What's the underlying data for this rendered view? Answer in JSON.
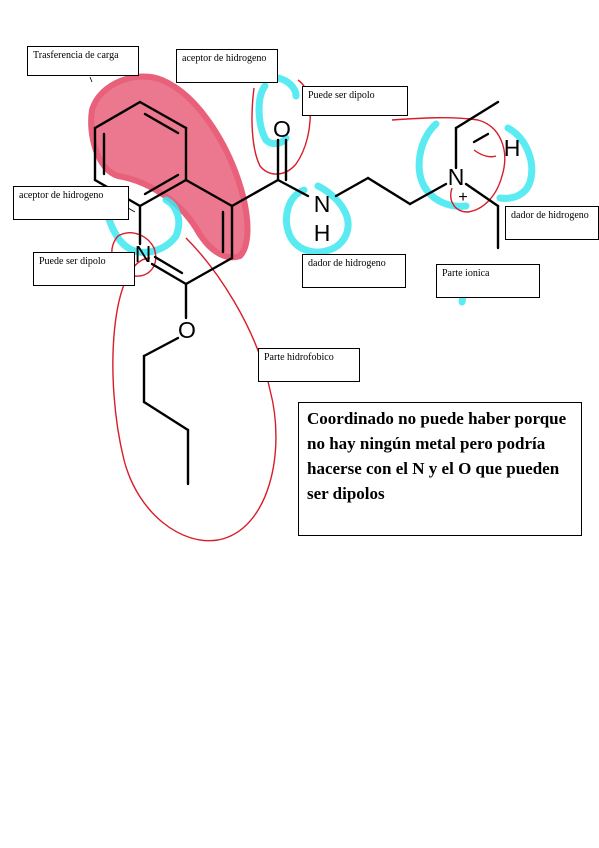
{
  "atoms": {
    "o_carbonyl": "O",
    "n_amide": "N",
    "h_amide": "H",
    "n_amine": "N",
    "n_ring": "N",
    "o_ether": "O",
    "h_plus": "H",
    "plus_sign": "+"
  },
  "labels": {
    "charge_transfer": "Trasferencia de carga",
    "acceptor_top": "aceptor de hidrogeno",
    "dipole_top": "Puede ser dipolo",
    "acceptor_left": "aceptor de hidrogeno",
    "dipole_left": "Puede ser dipolo",
    "donor_bottom": "dador de hidrogeno",
    "donor_right": "dador de hidrogeno",
    "ionic": "Parte ionica",
    "hydrophobic": "Parte hidrofobico"
  },
  "note": {
    "text": "Coordinado no puede haber porque no hay ningún metal pero podría hacerse con el N y el O que pueden ser dipolos"
  },
  "colors": {
    "highlight_pink": "#e8607a",
    "highlight_cyan": "#3ee8f0",
    "annotation_red": "#d91c2a",
    "structure": "#000000"
  }
}
